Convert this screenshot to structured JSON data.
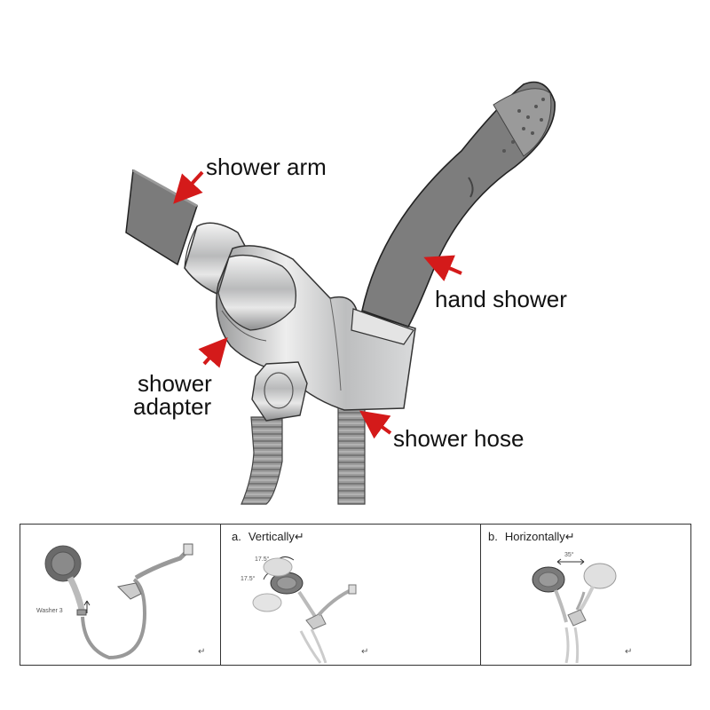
{
  "labels": {
    "shower_arm": "shower arm",
    "hand_shower": "hand shower",
    "shower_adapter_line1": "shower",
    "shower_adapter_line2": "adapter",
    "shower_hose": "shower hose"
  },
  "colors": {
    "arrow": "#d41a1a",
    "chrome": "#c9cacb",
    "dark_gray": "#7a7a7a",
    "outline": "#222222"
  },
  "panels": [
    {
      "washer_label": "Washer 3",
      "return_mark": "↵"
    },
    {
      "letter": "a.",
      "title": "Vertically↵",
      "angle_top": "17.5°",
      "angle_bottom": "17.5°",
      "return_mark": "↵"
    },
    {
      "letter": "b.",
      "title": "Horizontally↵",
      "angle": "35°",
      "return_mark": "↵"
    }
  ]
}
